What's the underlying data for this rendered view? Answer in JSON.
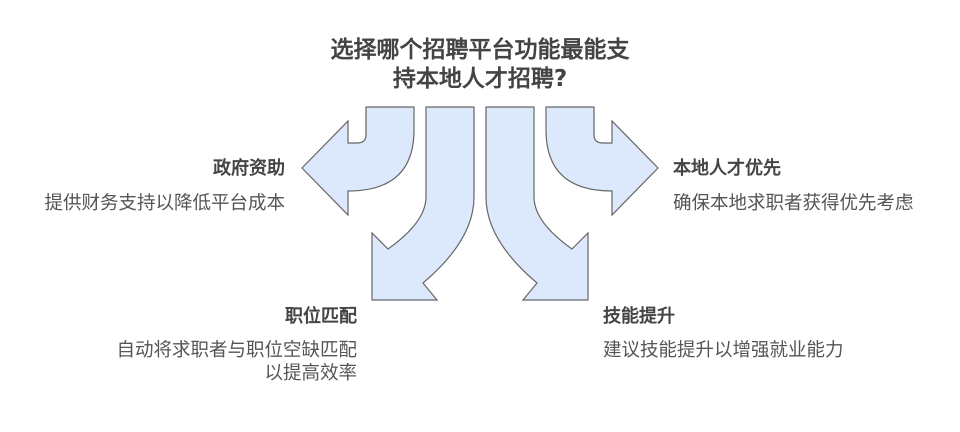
{
  "title": {
    "line1": "选择哪个招聘平台功能最能支",
    "line2": "持本地人才招聘?"
  },
  "options": [
    {
      "label": "政府资助",
      "desc": [
        "提供财务支持以降低平台成本"
      ]
    },
    {
      "label": "职位匹配",
      "desc": [
        "自动将求职者与职位空缺匹配",
        "以提高效率"
      ]
    },
    {
      "label": "技能提升",
      "desc": [
        "建议技能提升以增强就业能力"
      ]
    },
    {
      "label": "本地人才优先",
      "desc": [
        "确保本地求职者获得优先考虑"
      ]
    }
  ],
  "colors": {
    "arrow_fill": "#dce8fc",
    "arrow_stroke": "#666666",
    "text": "#444444"
  }
}
